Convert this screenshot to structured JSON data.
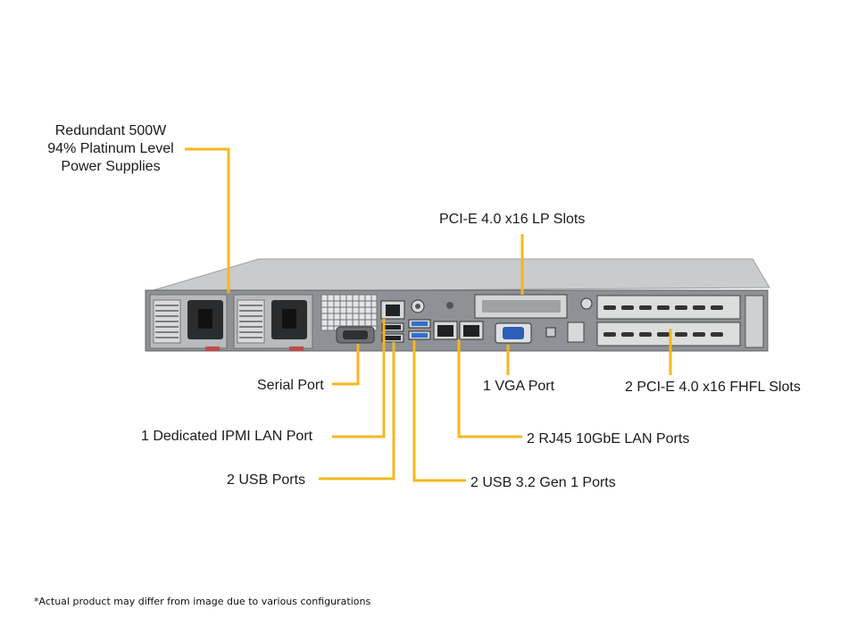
{
  "colors": {
    "callout_line": "#f4b81c",
    "chassis_top": "#c9cbcd",
    "chassis_face": "#8e9195",
    "psu_body": "#b8babc"
  },
  "labels": {
    "power_supplies": [
      "Redundant  500W",
      "94% Platinum  Level",
      "Power Supplies"
    ],
    "pcie_lp_slots": "PCI-E  4.0 x16 LP Slots",
    "serial_port": "Serial Port",
    "vga_port": "1 VGA Port",
    "fhfl_slots": "2 PCI-E  4.0 x16  FHFL Slots",
    "ipmi_lan_port": "1 Dedicated IPMI  LAN Port",
    "rj45_lan_ports": "2 RJ45  10GbE LAN Ports",
    "usb_ports": "2 USB Ports",
    "usb32_ports": "2 USB  3.2 Gen  1 Ports"
  },
  "disclaimer": "*Actual product may differ from image due to various configurations"
}
